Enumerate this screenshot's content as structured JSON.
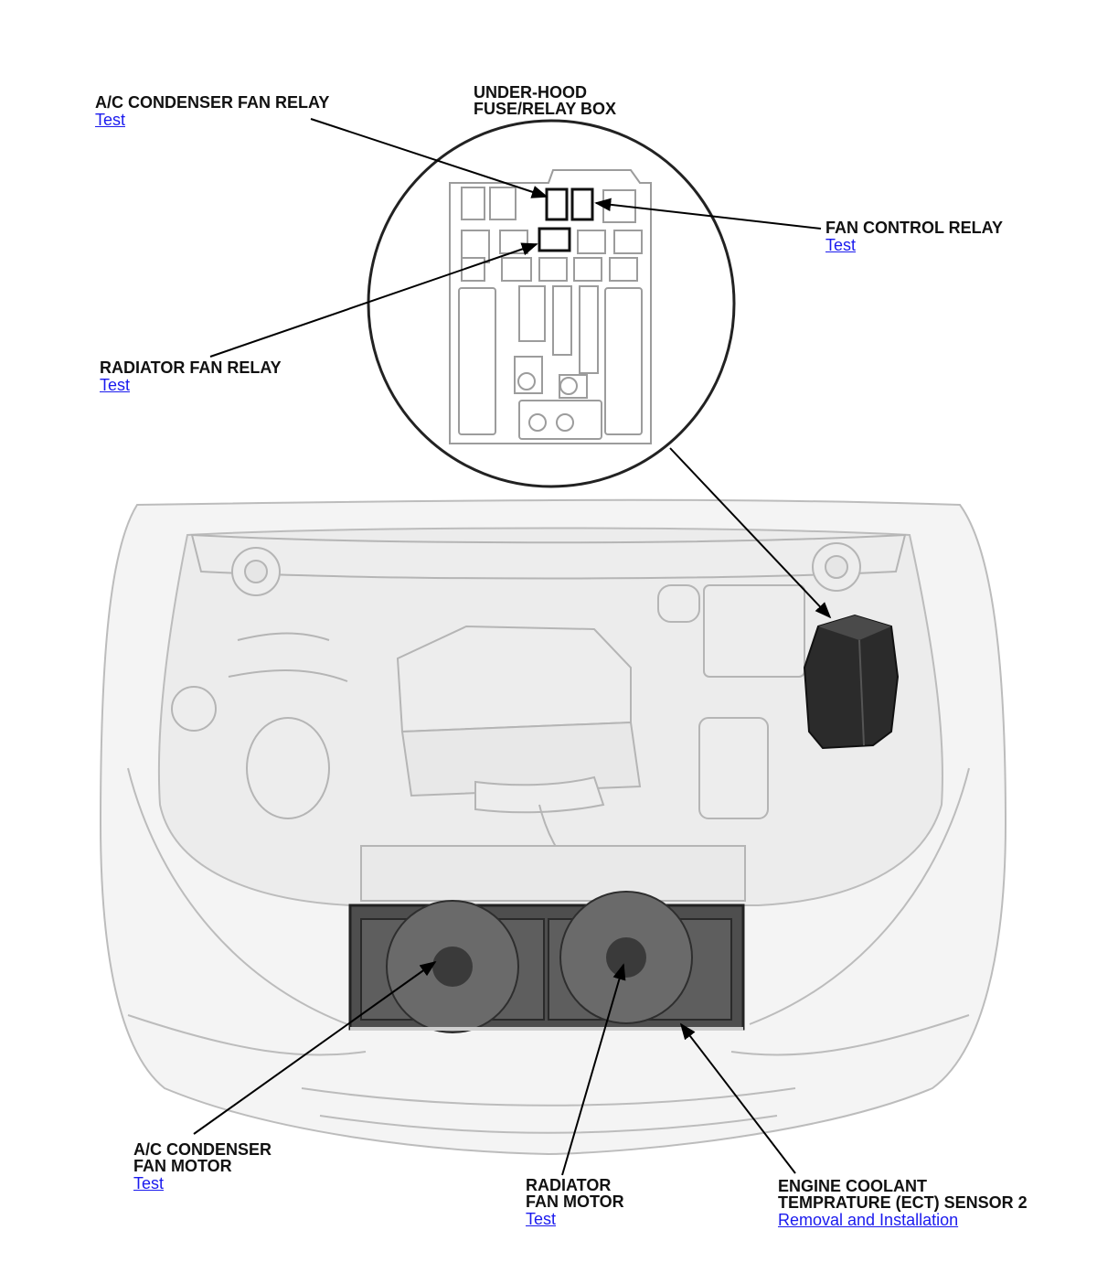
{
  "callouts": {
    "ac_condenser_fan_relay": {
      "title_lines": [
        "A/C CONDENSER FAN RELAY"
      ],
      "link": "Test"
    },
    "under_hood_fuse_relay_box": {
      "title_lines": [
        "UNDER-HOOD",
        "FUSE/RELAY BOX"
      ]
    },
    "fan_control_relay": {
      "title_lines": [
        "FAN CONTROL RELAY"
      ],
      "link": "Test"
    },
    "radiator_fan_relay": {
      "title_lines": [
        "RADIATOR FAN RELAY"
      ],
      "link": "Test"
    },
    "ac_condenser_fan_motor": {
      "title_lines": [
        "A/C CONDENSER",
        "FAN MOTOR"
      ],
      "link": "Test"
    },
    "radiator_fan_motor": {
      "title_lines": [
        "RADIATOR",
        "FAN MOTOR"
      ],
      "link": "Test"
    },
    "ect_sensor_2": {
      "title_lines": [
        "ENGINE COOLANT",
        "TEMPRATURE (ECT) SENSOR 2"
      ],
      "link": "Removal and Installation"
    }
  },
  "colors": {
    "label": "#111111",
    "link": "#1a1aee",
    "leader": "#000000",
    "illustration_stroke": "#aaaaaa",
    "illustration_fill": "#f2f2f2"
  }
}
